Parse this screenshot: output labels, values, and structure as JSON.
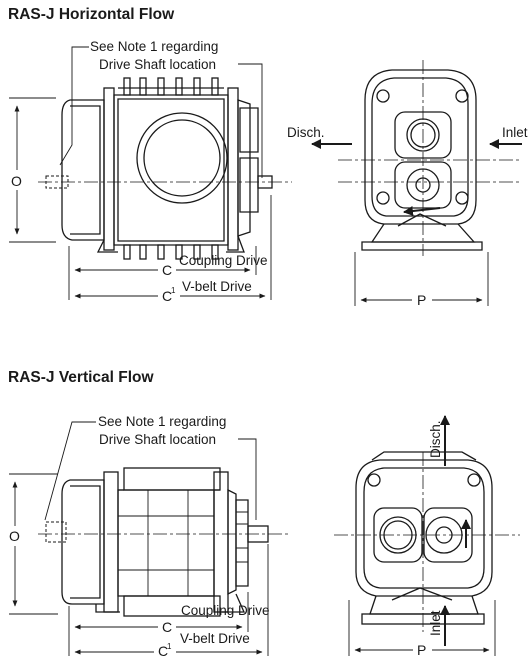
{
  "sections": {
    "horizontal": {
      "title": "RAS-J Horizontal Flow",
      "note_line1": "See Note 1 regarding",
      "note_line2": "Drive Shaft location",
      "dim_o": "O",
      "dim_c": "C",
      "dim_c1_base": "C",
      "dim_c1_sup": "1",
      "coupling_label": "Coupling Drive",
      "vbelt_label": "V-belt Drive",
      "dim_p": "P",
      "disch_label": "Disch.",
      "inlet_label": "Inlet"
    },
    "vertical": {
      "title": "RAS-J Vertical Flow",
      "note_line1": "See Note 1 regarding",
      "note_line2": "Drive Shaft location",
      "dim_o": "O",
      "dim_c": "C",
      "dim_c1_base": "C",
      "dim_c1_sup": "1",
      "coupling_label": "Coupling Drive",
      "vbelt_label": "V-belt Drive",
      "dim_p": "P",
      "disch_label": "Disch.",
      "inlet_label": "Inlet"
    }
  },
  "colors": {
    "ink": "#1a1a1a",
    "background": "#ffffff"
  }
}
